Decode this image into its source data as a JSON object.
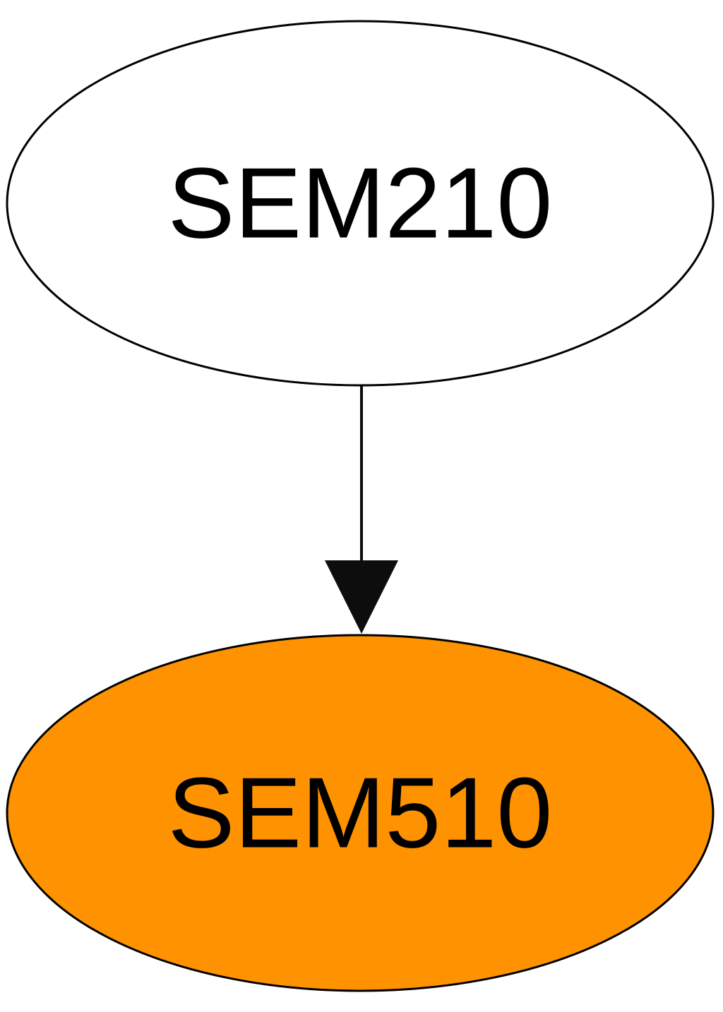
{
  "diagram": {
    "type": "directed-graph",
    "nodes": [
      {
        "id": "SEM210",
        "label": "SEM210",
        "fill": "#ffffff",
        "stroke": "#000000"
      },
      {
        "id": "SEM510",
        "label": "SEM510",
        "fill": "#ff9200",
        "stroke": "#000000"
      }
    ],
    "edges": [
      {
        "from": "SEM210",
        "to": "SEM510",
        "color": "#0d0d0d"
      }
    ]
  }
}
